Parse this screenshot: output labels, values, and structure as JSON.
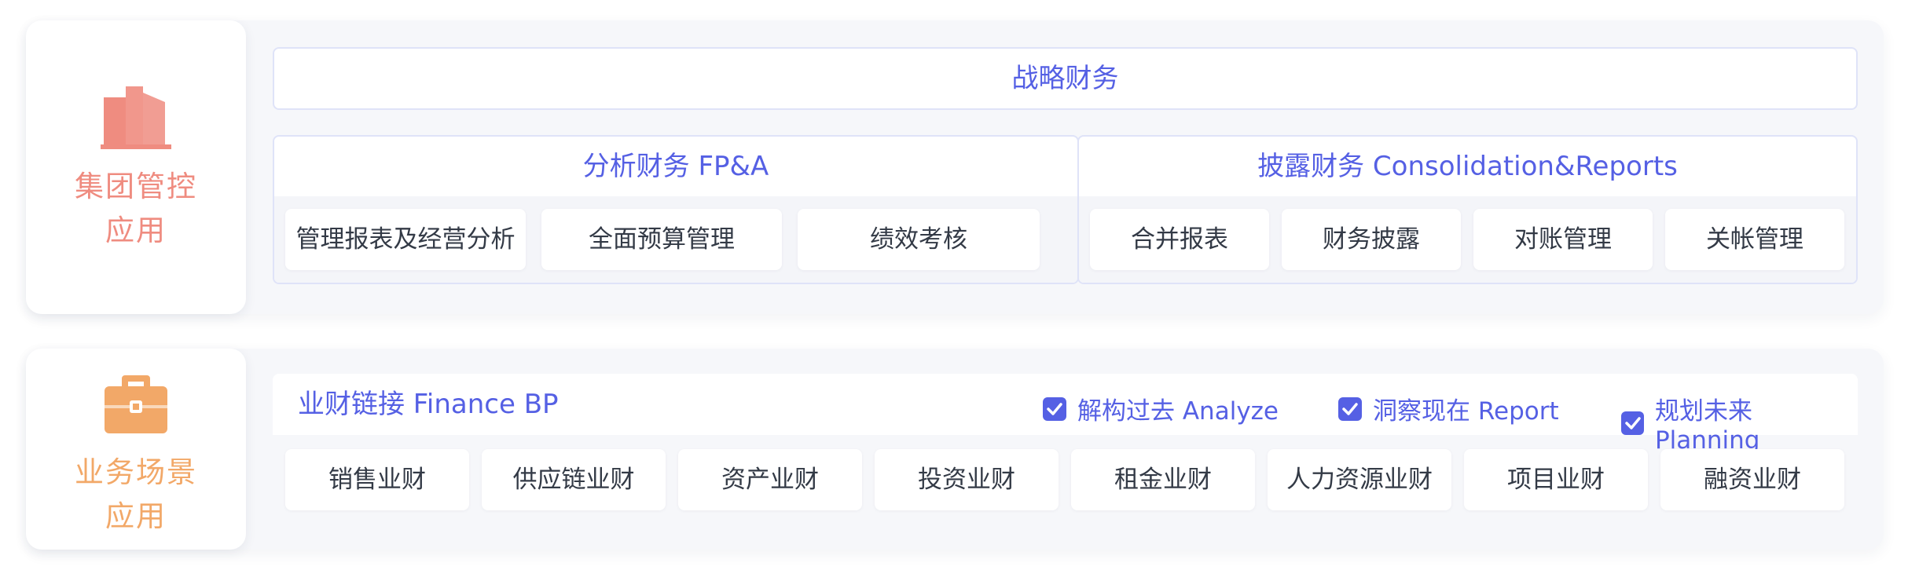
{
  "group_control": {
    "label_line1": "集团管控",
    "label_line2": "应用",
    "icon": "building-icon",
    "color": "#ef8c80",
    "strategy_title": "战略财务",
    "fpa": {
      "title": "分析财务 FP&A",
      "items": [
        "管理报表及经营分析",
        "全面预算管理",
        "绩效考核"
      ]
    },
    "consolidation": {
      "title": "披露财务 Consolidation&Reports",
      "items": [
        "合并报表",
        "财务披露",
        "对账管理",
        "关帐管理"
      ]
    }
  },
  "business_scenario": {
    "label_line1": "业务场景",
    "label_line2": "应用",
    "icon": "briefcase-icon",
    "color": "#f2a868",
    "header_title": "业财链接 Finance BP",
    "checks": [
      "解构过去 Analyze",
      "洞察现在 Report",
      "规划未来 Planning"
    ],
    "items": [
      "销售业财",
      "供应链业财",
      "资产业财",
      "投资业财",
      "租金业财",
      "人力资源业财",
      "项目业财",
      "融资业财"
    ]
  },
  "accent_color": "#5560e4"
}
